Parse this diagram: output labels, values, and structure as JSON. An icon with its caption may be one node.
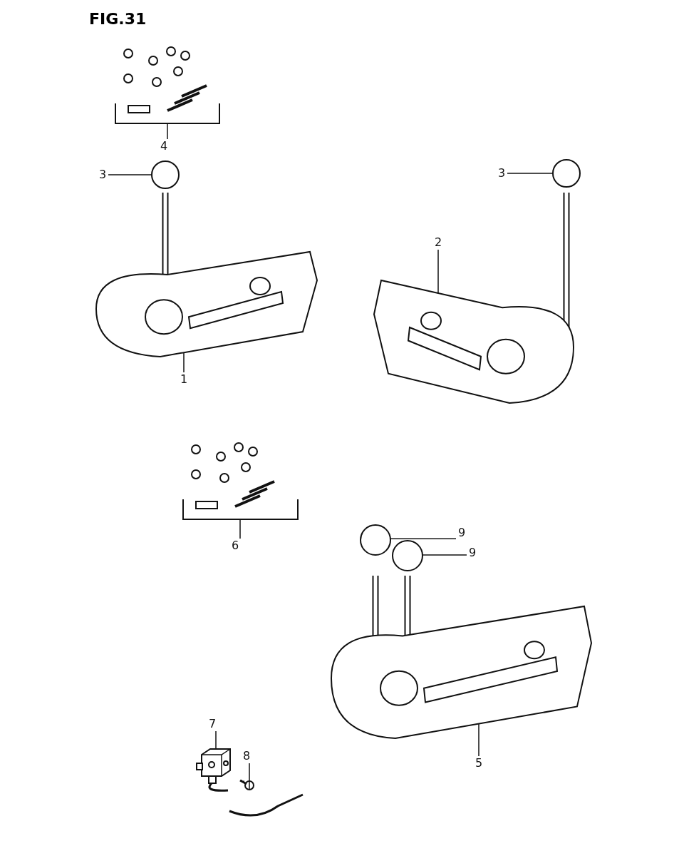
{
  "diagram": {
    "title": "FIG.31",
    "nodes": [
      {
        "text": [
          "4"
        ]
      },
      {
        "text": [],
        "shape": "picture"
      },
      {
        "text": [
          "3"
        ]
      },
      {
        "text": [],
        "shape": "circle"
      },
      {
        "text": [
          "1"
        ]
      },
      {
        "text": [],
        "shape": "picture"
      },
      {
        "text": [
          "3"
        ]
      },
      {
        "text": [],
        "shape": "circle"
      },
      {
        "text": [
          "2"
        ]
      },
      {
        "text": [],
        "shape": "picture"
      },
      {
        "text": [
          "6"
        ]
      },
      {
        "text": [],
        "shape": "picture"
      },
      {
        "text": [
          "9"
        ]
      },
      {
        "text": [],
        "shape": "circle"
      },
      {
        "text": [
          "9"
        ]
      },
      {
        "text": [],
        "shape": "circle"
      },
      {
        "text": [
          "5"
        ]
      },
      {
        "text": [],
        "shape": "picture"
      },
      {
        "text": [
          "7"
        ]
      },
      {
        "text": [],
        "shape": "picture"
      },
      {
        "text": [
          "8"
        ]
      },
      {
        "text": [],
        "shape": "picture"
      }
    ],
    "edges": [
      {
        "from": 0,
        "to": 1,
        "arrow": "none"
      },
      {
        "from": 2,
        "to": 3,
        "arrow": "none"
      },
      {
        "from": 4,
        "to": 5,
        "arrow": "none"
      },
      {
        "from": 6,
        "to": 7,
        "arrow": "none"
      },
      {
        "from": 8,
        "to": 9,
        "arrow": "none"
      },
      {
        "from": 10,
        "to": 11,
        "arrow": "none"
      },
      {
        "from": 12,
        "to": 13,
        "arrow": "none"
      },
      {
        "from": 14,
        "to": 15,
        "arrow": "none"
      },
      {
        "from": 16,
        "to": 17,
        "arrow": "none"
      },
      {
        "from": 18,
        "to": 19,
        "arrow": "none"
      },
      {
        "from": 20,
        "to": 21,
        "arrow": "none"
      }
    ]
  }
}
